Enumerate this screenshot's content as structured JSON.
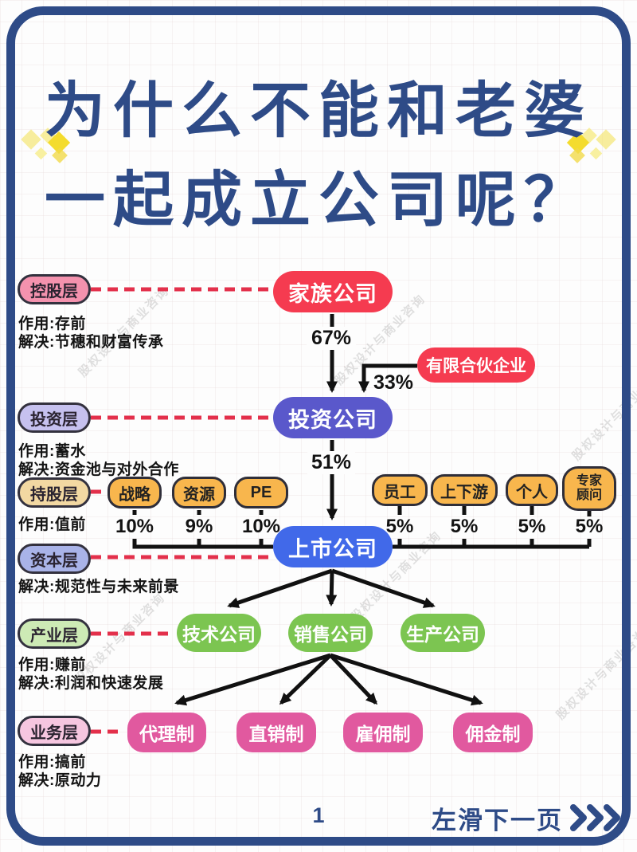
{
  "title": {
    "line1": "为什么不能和老婆",
    "line2": "一起成立公司呢？"
  },
  "watermark": "股权设计与商业咨询",
  "layers": {
    "holding": {
      "label": "控股层",
      "note_role": "作用:存前",
      "note_solve": "解决:节穗和财富传承"
    },
    "investment": {
      "label": "投资层",
      "note_role": "作用:蓄水",
      "note_solve": "解决:资金池与对外合作"
    },
    "shareholding": {
      "label": "持股层",
      "note_role": "作用:值前"
    },
    "capital": {
      "label": "资本层",
      "note_solve": "解决:规范性与未来前景"
    },
    "industry": {
      "label": "产业层",
      "note_role": "作用:赚前",
      "note_solve": "解决:利润和快速发展"
    },
    "business": {
      "label": "业务层",
      "note_role": "作用:搞前",
      "note_solve": "解决:原动力"
    }
  },
  "nodes": {
    "family_company": "家族公司",
    "limited_partnership": "有限合伙企业",
    "investment_company": "投资公司",
    "listed_company": "上市公司",
    "shareholders_left": [
      {
        "label": "战略",
        "pct": "10%"
      },
      {
        "label": "资源",
        "pct": "9%"
      },
      {
        "label": "PE",
        "pct": "10%"
      }
    ],
    "shareholders_right": [
      {
        "label": "员工",
        "pct": "5%"
      },
      {
        "label": "上下游",
        "pct": "5%"
      },
      {
        "label": "个人",
        "pct": "5%"
      },
      {
        "label": "专家顾问",
        "pct": "5%"
      }
    ],
    "industry_companies": [
      "技术公司",
      "销售公司",
      "生产公司"
    ],
    "business_models": [
      "代理制",
      "直销制",
      "雇佣制",
      "佣金制"
    ]
  },
  "edges": {
    "family_to_investment": "67%",
    "lp_to_investment": "33%",
    "investment_to_listed": "51%"
  },
  "footer": {
    "page_number": "1",
    "next_page_cta": "左滑下一页"
  },
  "colors": {
    "navy": "#2e4b87",
    "red_node": "#f53b50",
    "indigo_node": "#5a58cb",
    "blue_node": "#4169e9",
    "green_node": "#7cc551",
    "pink_node": "#e1599f",
    "yellow_node": "#f8b64d",
    "label_holding": "#f492ae",
    "label_investment": "#c6c1ef",
    "label_shareholding": "#f2d8a2",
    "label_capital": "#a9b3e8",
    "label_industry": "#cdeab5",
    "label_business": "#f6c6e0",
    "dashed_line": "#e3304b",
    "wire": "#111111"
  }
}
